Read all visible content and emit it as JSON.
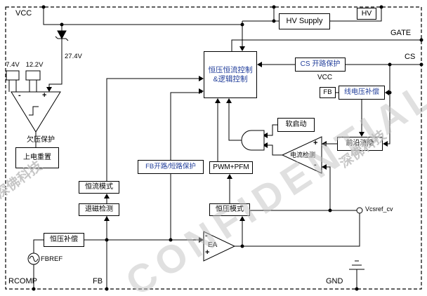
{
  "pins": {
    "vcc": "VCC",
    "hv": "HV",
    "gate": "GATE",
    "cs": "CS",
    "rcomp": "RCOMP",
    "fb": "FB",
    "gnd": "GND"
  },
  "blocks": {
    "hv_supply": "HV Supply",
    "control_line1": "恒压恒流控制",
    "control_line2": "&逻辑控制",
    "cs_protect": "CS 开路保护",
    "line_comp": "线电压补偿",
    "line_comp_vcc": "VCC",
    "line_comp_fb": "FB",
    "soft_start": "软启动",
    "leading_edge_blanking": "前沿消隐",
    "current_detect": "电流检测",
    "fb_protect": "FB开路/短路保护",
    "pwm_pfm": "PWM+PFM",
    "cc_mode": "恒流模式",
    "demag_detect": "退磁检测",
    "cv_mode": "恒压模式",
    "cv_comp": "恒压补偿",
    "error_amp": "EA",
    "power_on_reset": "上电重置",
    "uvlo": "欠压保护"
  },
  "labels": {
    "zener": "27.4V",
    "th_low": "7.4V",
    "th_high": "12.2V",
    "fbref": "FBREF",
    "vcsref": "Vcsref_cv",
    "plus": "+",
    "minus": "-"
  },
  "watermarks": {
    "company": "深佛科技",
    "confidential": "CONFIDENTIAL"
  },
  "colors": {
    "accent_blue": "#203d9a",
    "wire": "#000000",
    "watermark_gray": "#bdbdbd"
  }
}
